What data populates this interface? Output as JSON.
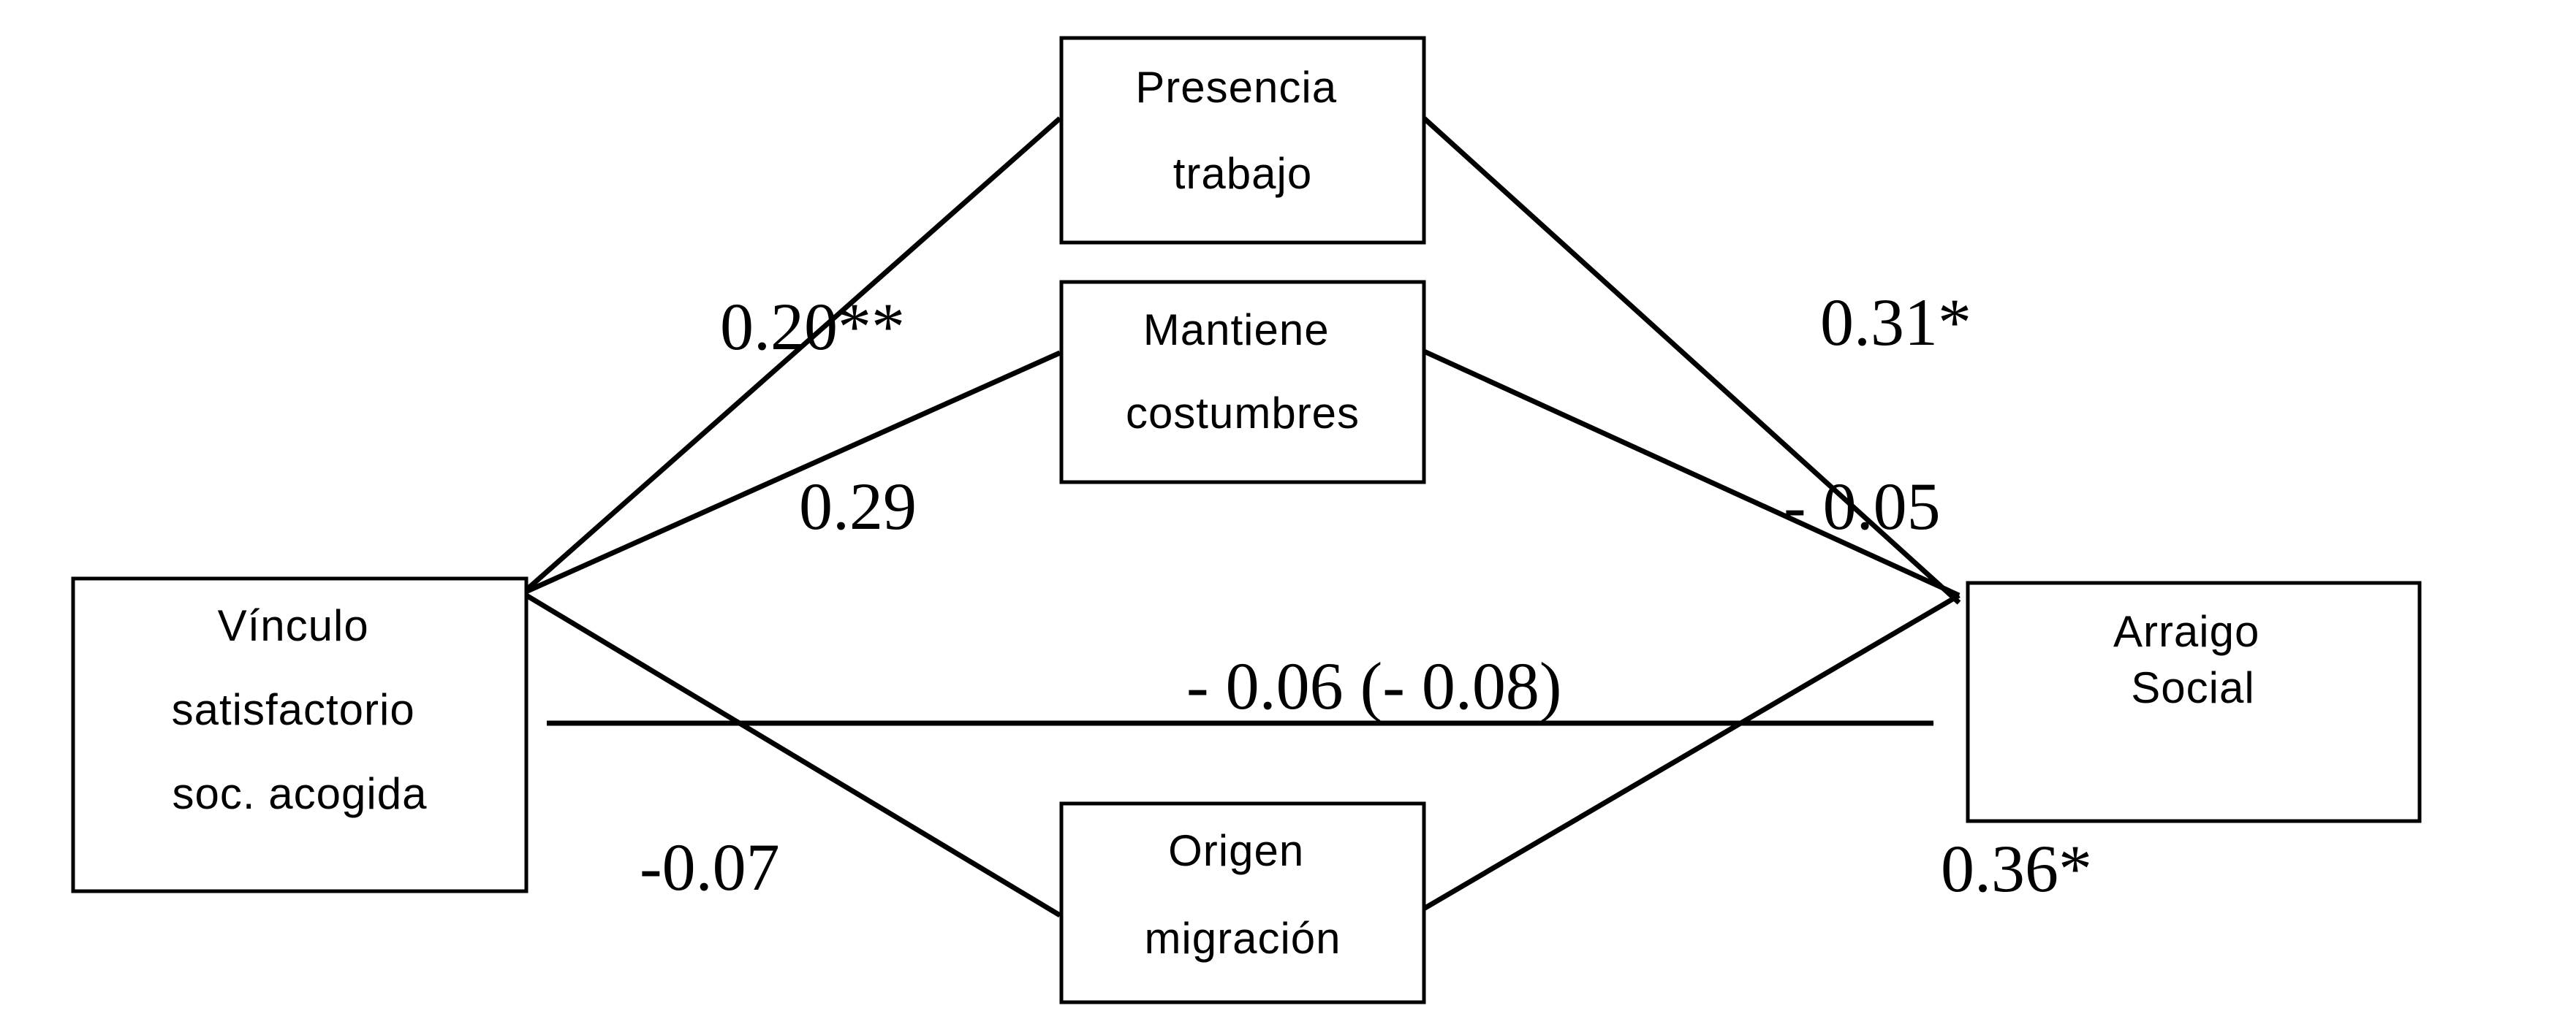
{
  "nodes": {
    "vinculo": {
      "lines": [
        "Vínculo",
        "satisfactorio",
        "soc. acogida"
      ]
    },
    "presencia": {
      "lines": [
        "Presencia",
        "trabajo"
      ]
    },
    "mantiene": {
      "lines": [
        "Mantiene",
        "costumbres"
      ]
    },
    "origen": {
      "lines": [
        "Origen",
        "migración"
      ]
    },
    "arraigo": {
      "lines": [
        "Arraigo",
        "Social"
      ]
    }
  },
  "coefficients": {
    "vinculo_presencia": "0.20**",
    "vinculo_mantiene": "0.29",
    "vinculo_origen": "-0.07",
    "presencia_arraigo": "0.31*",
    "mantiene_arraigo": "- 0.05",
    "direct_effect": "- 0.06 (- 0.08)",
    "origen_arraigo": "0.36*"
  },
  "colors": {
    "stroke": "#000000",
    "background": "#ffffff"
  }
}
